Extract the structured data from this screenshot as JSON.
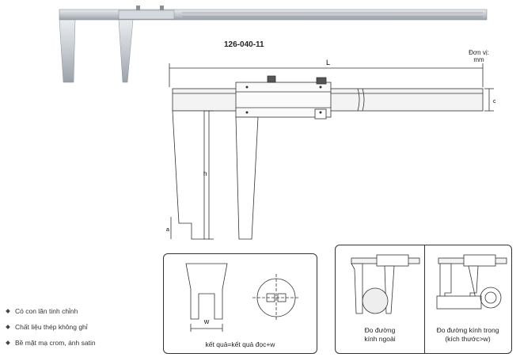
{
  "model_number": "126-040-11",
  "unit_label": "Đơn vị:",
  "unit_value": "mm",
  "dimension_labels": {
    "length": "L",
    "height": "h",
    "jaw_thickness": "c",
    "tip": "a",
    "width": "W"
  },
  "features": [
    "Có con lăn tinh chỉnh",
    "Chất liệu thép không ghỉ",
    "Bề mặt mạ crom, ánh satin"
  ],
  "panels": {
    "formula": "kết quả=kết quả đọc+w",
    "outside_caption_1": "Đo đường",
    "outside_caption_2": "kính ngoài",
    "inside_caption_1": "Đo đường kính trong",
    "inside_caption_2": "(kích thước>w)"
  }
}
